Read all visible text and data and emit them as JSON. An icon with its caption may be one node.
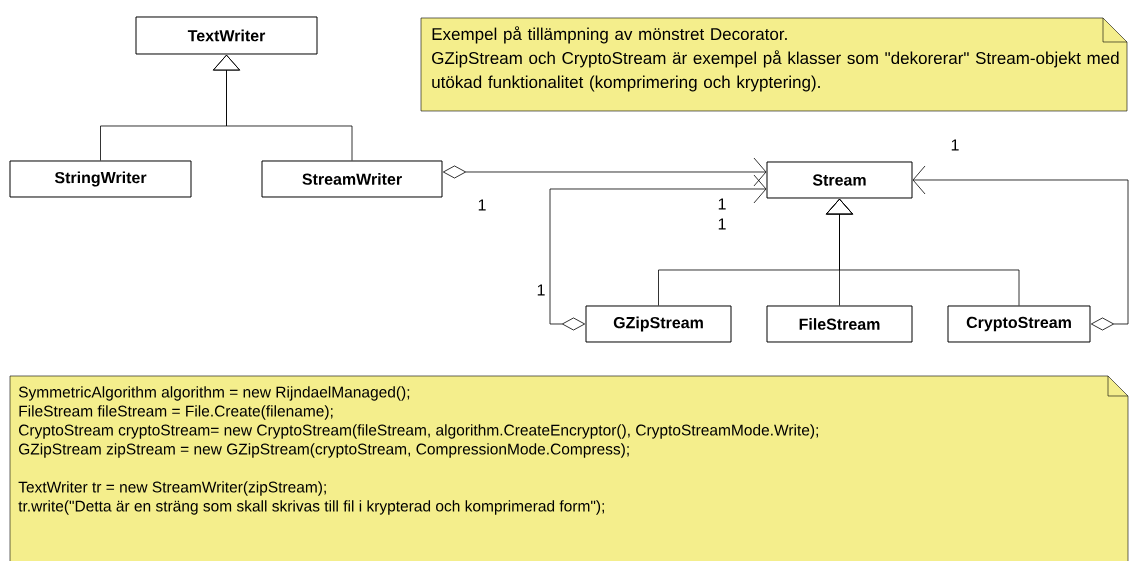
{
  "diagram": {
    "nodes": [
      {
        "text": [
          "TextWriter"
        ]
      },
      {
        "text": [
          "StringWriter"
        ]
      },
      {
        "text": [
          "StreamWriter"
        ]
      },
      {
        "text": [
          "Exempel på tillämpning av mönstret Decorator.",
          "GZipStream och CryptoStream är exempel på klasser som \"dekorerar\" Stream-objekt med utökad funktionalitet (komprimering och kryptering)."
        ]
      },
      {
        "text": [
          "Stream"
        ]
      },
      {
        "text": [
          "GZipStream"
        ]
      },
      {
        "text": [
          "FileStream"
        ]
      },
      {
        "text": [
          "CryptoStream"
        ]
      },
      {
        "text": [
          "SymmetricAlgorithm algorithm = new RijndaelManaged();",
          "FileStream fileStream = File.Create(filename);",
          "CryptoStream cryptoStream= new CryptoStream(fileStream, algorithm.CreateEncryptor(), CryptoStreamMode.Write);",
          "GZipStream zipStream = new GZipStream(cryptoStream, CompressionMode.Compress);",
          "TextWriter tr = new StreamWriter(zipStream);",
          "tr.write(\"Detta är en sträng som skall skrivas till fil i krypterad och komprimerad form\");"
        ]
      }
    ],
    "edges": [
      {
        "from": 1,
        "to": 0,
        "arrow": "to"
      },
      {
        "from": 2,
        "to": 0,
        "arrow": "to"
      },
      {
        "from": 2,
        "to": 4,
        "arrow": "to"
      },
      {
        "from": 5,
        "to": 4,
        "arrow": "to"
      },
      {
        "from": 6,
        "to": 4,
        "arrow": "to"
      },
      {
        "from": 7,
        "to": 4,
        "arrow": "to"
      },
      {
        "from": 5,
        "to": 4,
        "arrow": "to"
      },
      {
        "from": 7,
        "to": 4,
        "arrow": "to"
      }
    ],
    "labels": [
      "1",
      "1",
      "1",
      "1",
      "1"
    ]
  }
}
